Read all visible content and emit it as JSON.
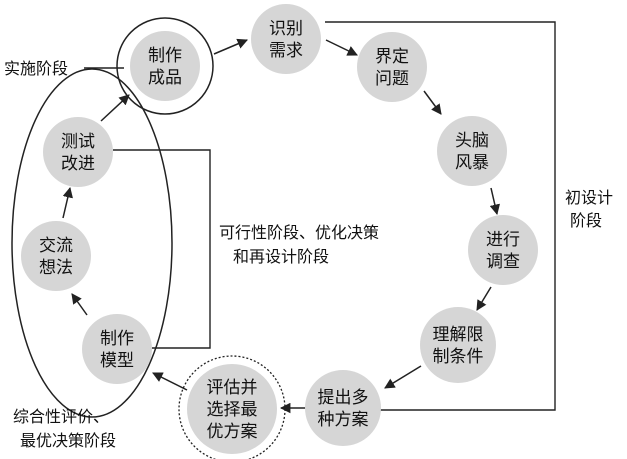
{
  "nodes": [
    {
      "id": "make_product",
      "lines": [
        "制作",
        "成品"
      ]
    },
    {
      "id": "identify",
      "lines": [
        "识别",
        "需求"
      ]
    },
    {
      "id": "define",
      "lines": [
        "界定",
        "问题"
      ]
    },
    {
      "id": "brainstorm",
      "lines": [
        "头脑",
        "风暴"
      ]
    },
    {
      "id": "investigate",
      "lines": [
        "进行",
        "调查"
      ]
    },
    {
      "id": "constraints",
      "lines": [
        "理解限",
        "制条件"
      ]
    },
    {
      "id": "proposals",
      "lines": [
        "提出多",
        "种方案"
      ]
    },
    {
      "id": "evaluate",
      "lines": [
        "评估并",
        "选择最",
        "优方案"
      ]
    },
    {
      "id": "model",
      "lines": [
        "制作",
        "模型"
      ]
    },
    {
      "id": "exchange",
      "lines": [
        "交流",
        "想法"
      ]
    },
    {
      "id": "test",
      "lines": [
        "测试",
        "改进"
      ]
    }
  ],
  "stages": {
    "implementation": [
      "实施阶段"
    ],
    "initial_design": [
      "初设计",
      "阶段"
    ],
    "feasibility": [
      "可行性阶段、优化决策",
      "和再设计阶段"
    ],
    "evaluation": [
      "综合性评价、",
      "最优决策阶段"
    ]
  },
  "colors": {
    "node_fill": "#d6d6d6",
    "line": "#222222",
    "text": "#111111"
  }
}
